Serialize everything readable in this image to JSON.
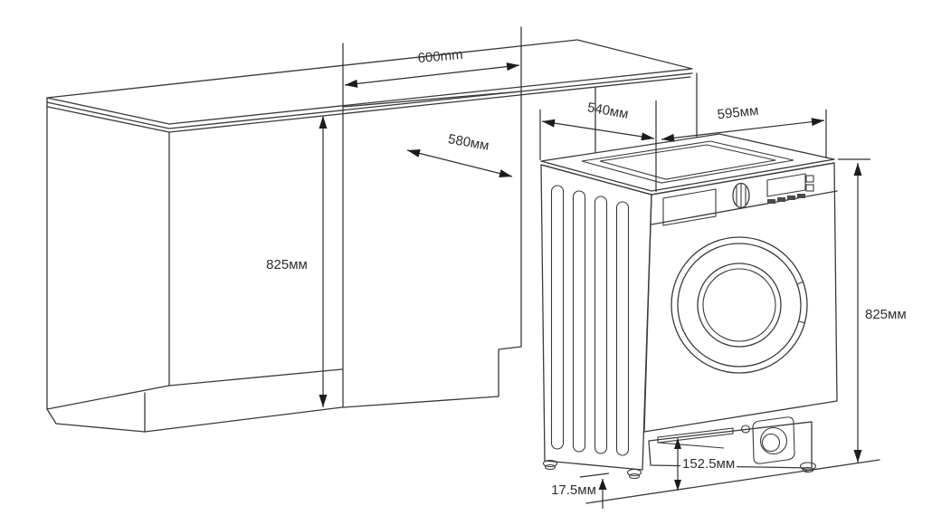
{
  "diagram": {
    "type": "installation-dimensions-drawing",
    "subject_left": "kitchen-counter-with-niche",
    "subject_right": "built-in-washing-machine"
  },
  "dimensions": {
    "niche_width": "600mm",
    "niche_depth": "580мм",
    "niche_height": "825мм",
    "machine_depth": "540мм",
    "machine_width": "595мм",
    "machine_height": "825мм",
    "base_height": "152.5мм",
    "foot_height": "17.5мм"
  },
  "colors": {
    "background": "#ffffff",
    "line": "#3a3a3a",
    "arrow": "#1c1c1c",
    "text": "#2f2f2f"
  }
}
